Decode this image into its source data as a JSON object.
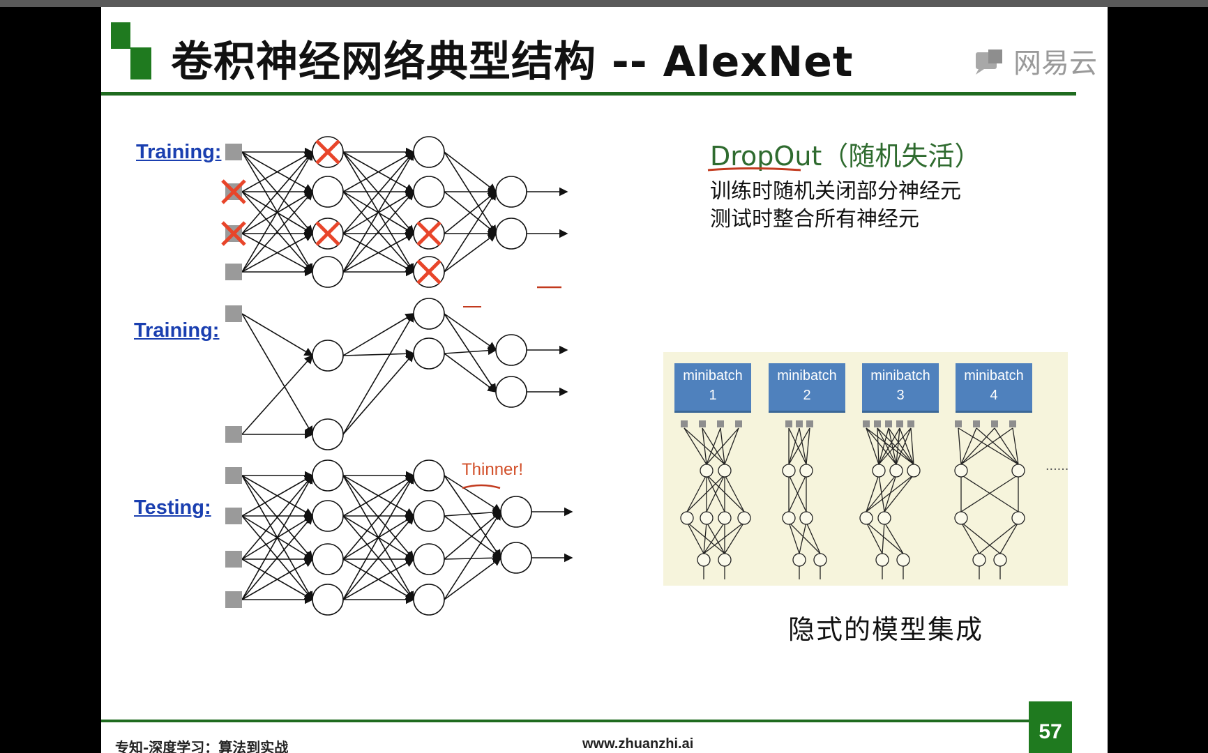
{
  "slide": {
    "title": "卷积神经网络典型结构 -- AlexNet",
    "brand": "网易云",
    "brand_icon": "cloud-note-icon",
    "accent_color": "#1f7a1f",
    "page_number": "57"
  },
  "diagrams": {
    "row1_label": "Training:",
    "row2_label": "Training:",
    "row3_label": "Testing:",
    "thinner_label": "Thinner!"
  },
  "dropout": {
    "title": "DropOut（随机失活）",
    "line1": "训练时随机关闭部分神经元",
    "line2": "测试时整合所有神经元"
  },
  "ensemble": {
    "minibatches": [
      {
        "word": "minibatch",
        "num": "1"
      },
      {
        "word": "minibatch",
        "num": "2"
      },
      {
        "word": "minibatch",
        "num": "3"
      },
      {
        "word": "minibatch",
        "num": "4"
      }
    ],
    "ellipsis": "......",
    "caption": "隐式的模型集成"
  },
  "footer": {
    "left_text": "专知-深度学习：算法到实战",
    "url": "www.zhuanzhi.ai"
  }
}
